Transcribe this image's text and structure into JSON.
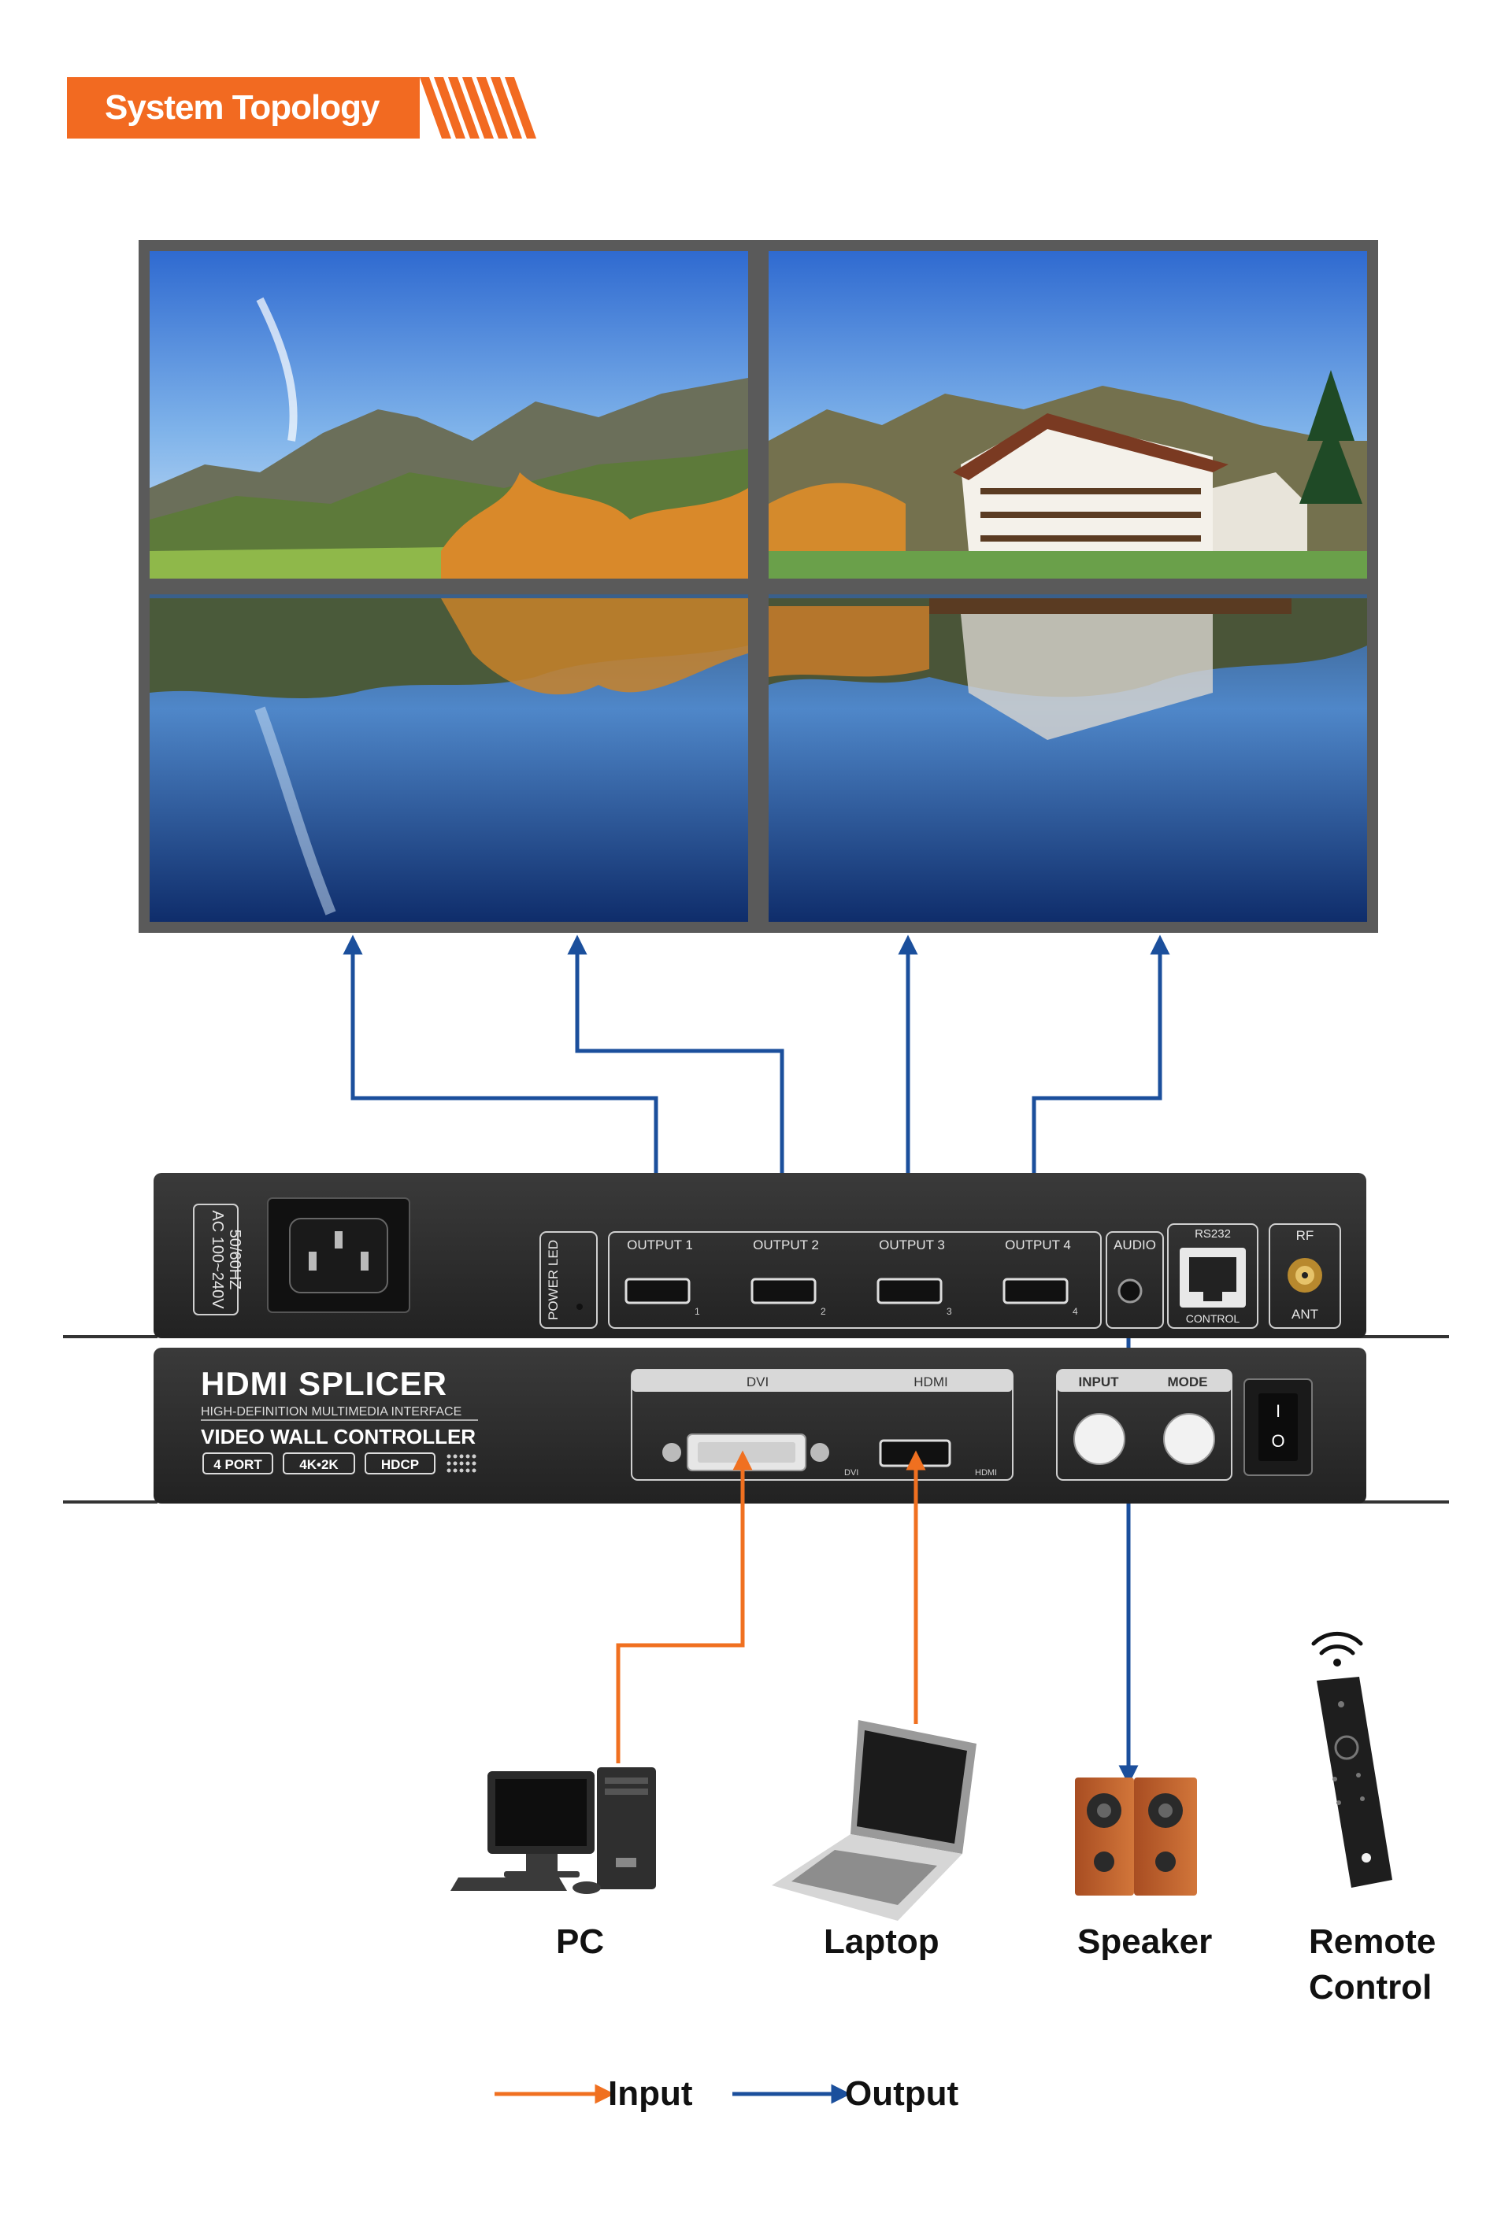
{
  "header": {
    "title": "System Topology"
  },
  "colors": {
    "accent": "#f26a21",
    "input_line": "#f07020",
    "output_line": "#1b4f9c",
    "device_body": "#2b2b2b"
  },
  "video_wall": {
    "screens": [
      "mountain-landscape-top-left",
      "hotel-landscape-top-right",
      "lake-reflection-bottom-left",
      "lake-reflection-bottom-right"
    ]
  },
  "device": {
    "power_rating": "AC 100~240V",
    "frequency": "50/60HZ",
    "power_led": "POWER LED",
    "outputs": [
      "OUTPUT 1",
      "OUTPUT 2",
      "OUTPUT 3",
      "OUTPUT 4"
    ],
    "output_numbers": [
      "1",
      "2",
      "3",
      "4"
    ],
    "audio": "AUDIO",
    "rs232": "RS232",
    "control": "CONTROL",
    "rf": "RF",
    "ant": "ANT",
    "brand": "HDMI SPLICER",
    "subtitle": "HIGH-DEFINITION MULTIMEDIA INTERFACE",
    "model": "VIDEO WALL CONTROLLER",
    "badges": [
      "4 PORT",
      "4K•2K",
      "HDCP"
    ],
    "dvi_label": "DVI",
    "hdmi_label": "HDMI",
    "dvi_small": "DVI",
    "hdmi_small": "HDMI",
    "input_btn": "INPUT",
    "mode_btn": "MODE",
    "switch_on": "I",
    "switch_off": "O"
  },
  "devices": {
    "pc": "PC",
    "laptop": "Laptop",
    "speaker": "Speaker",
    "remote_line1": "Remote",
    "remote_line2": "Control"
  },
  "legend": {
    "input": "Input",
    "output": "Output"
  }
}
